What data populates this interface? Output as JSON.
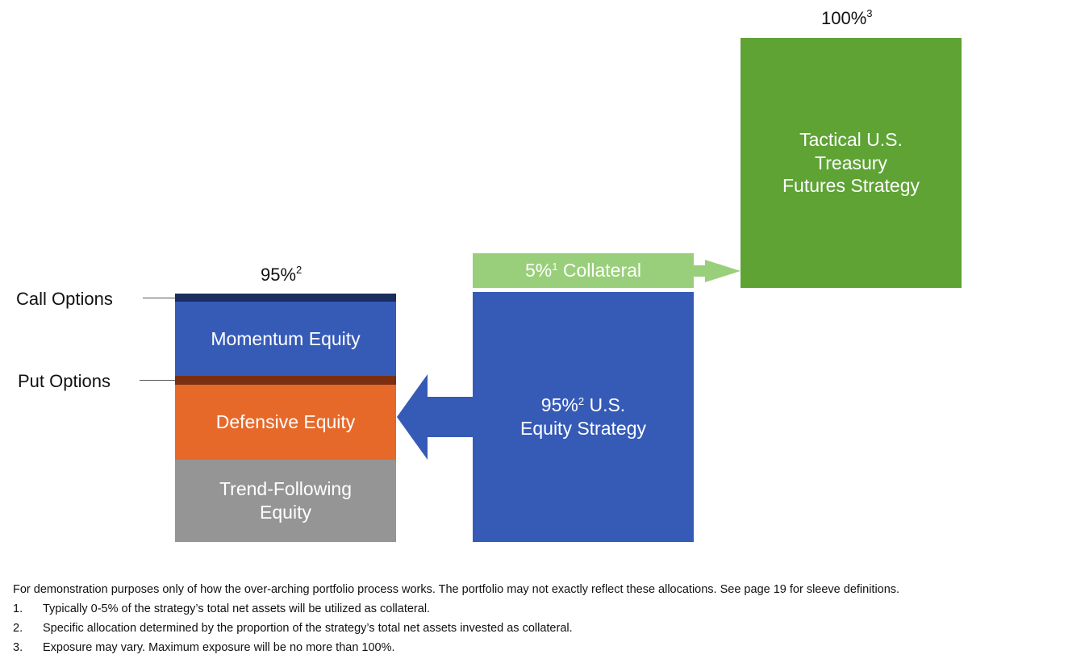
{
  "diagram": {
    "colors": {
      "blue": "#365BB7",
      "dark_navy": "#1B2D5E",
      "orange": "#E6692A",
      "brown": "#7A2E12",
      "gray": "#959595",
      "green": "#5EA334",
      "light_green": "#99CF7A"
    },
    "left_stack": {
      "pct": {
        "value": "95%",
        "sup": "2"
      },
      "layers": [
        {
          "label": "",
          "name": "call-options-layer",
          "color": "#1B2D5E"
        },
        {
          "label": "Momentum Equity",
          "color": "#365BB7"
        },
        {
          "label": "",
          "name": "put-options-layer",
          "color": "#7A2E12"
        },
        {
          "label": "Defensive Equity",
          "color": "#E6692A"
        },
        {
          "label": "Trend-Following Equity",
          "color": "#959595"
        }
      ],
      "call_options_label": "Call Options",
      "put_options_label": "Put Options"
    },
    "equity_strategy": {
      "pct": "95%",
      "sup": "2",
      "line1_rest": " U.S.",
      "line2": "Equity Strategy"
    },
    "collateral": {
      "pct": "5%",
      "sup": "1",
      "text": " Collateral"
    },
    "treasury": {
      "pct": {
        "value": "100%",
        "sup": "3"
      },
      "line1": "Tactical U.S.",
      "line2": "Treasury",
      "line3": "Futures Strategy"
    }
  },
  "footer": {
    "note": "For demonstration purposes only of how the over-arching portfolio process works. The portfolio may not exactly reflect these allocations.  See page 19 for sleeve definitions.",
    "footnotes": [
      {
        "num": "1.",
        "text": "Typically 0-5% of the strategy’s total net assets will be utilized as collateral."
      },
      {
        "num": "2.",
        "text": "Specific allocation determined by the proportion of the strategy’s total net assets invested as collateral."
      },
      {
        "num": "3.",
        "text": "Exposure may vary. Maximum exposure will be no more than 100%."
      }
    ]
  }
}
